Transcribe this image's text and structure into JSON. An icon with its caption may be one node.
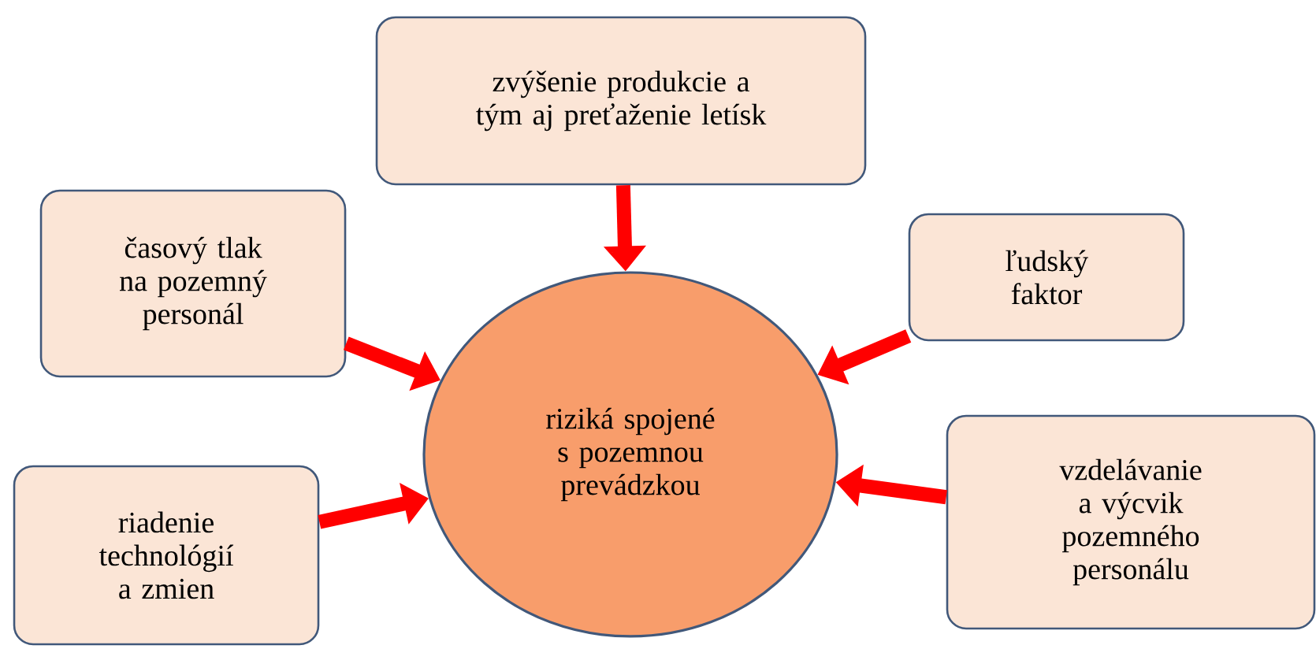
{
  "diagram": {
    "nodes": [
      {
        "text": [
          "riziká spojené s pozemnou prevádzkou"
        ]
      },
      {
        "text": [
          "zvýšenie produkcie a tým aj preťaženie letísk"
        ]
      },
      {
        "text": [
          "časový tlak na pozemný personál"
        ]
      },
      {
        "text": [
          "ľudský faktor"
        ]
      },
      {
        "text": [
          "riadenie technológií a zmien"
        ]
      },
      {
        "text": [
          "vzdelávanie a výcvik pozemného personálu"
        ]
      }
    ],
    "edges": [
      {
        "from": 1,
        "to": 0,
        "arrow": "to"
      },
      {
        "from": 2,
        "to": 0,
        "arrow": "to"
      },
      {
        "from": 3,
        "to": 0,
        "arrow": "to"
      },
      {
        "from": 4,
        "to": 0,
        "arrow": "to"
      },
      {
        "from": 5,
        "to": 0,
        "arrow": "to"
      }
    ]
  }
}
